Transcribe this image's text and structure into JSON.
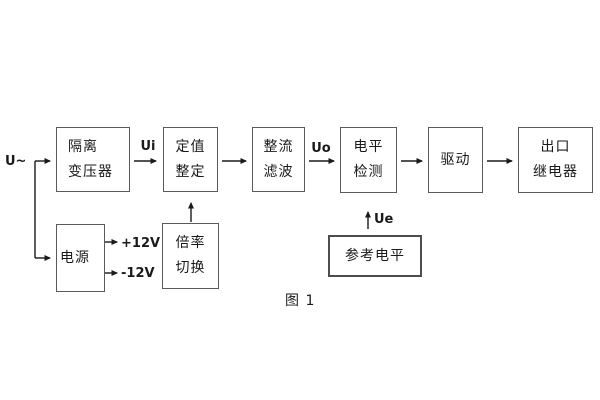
{
  "diagram": {
    "caption": "图 1",
    "colors": {
      "background": "#ffffff",
      "box_border": "#5a5a5a",
      "text": "#1a1a1a",
      "wire": "#1a1a1a"
    },
    "blocks": [
      {
        "id": "isolation-transformer",
        "lines": [
          "隔离",
          "变压器"
        ]
      },
      {
        "id": "setting",
        "lines": [
          "定值",
          "整定"
        ]
      },
      {
        "id": "rectifier-filter",
        "lines": [
          "整流",
          "滤波"
        ]
      },
      {
        "id": "level-detection",
        "lines": [
          "电平",
          "检测"
        ]
      },
      {
        "id": "drive",
        "lines": [
          "驱动"
        ]
      },
      {
        "id": "output-relay",
        "lines": [
          "出口",
          "继电器"
        ]
      },
      {
        "id": "power-supply",
        "lines": [
          "电源"
        ]
      },
      {
        "id": "multiplier-switch",
        "lines": [
          "倍率",
          "切换"
        ]
      },
      {
        "id": "reference-level",
        "lines": [
          "参考电平"
        ]
      }
    ],
    "signals": {
      "input": "U~",
      "ui": "Ui",
      "uo": "Uo",
      "ue": "Ue",
      "rail_pos": "+12V",
      "rail_neg": "-12V"
    }
  }
}
